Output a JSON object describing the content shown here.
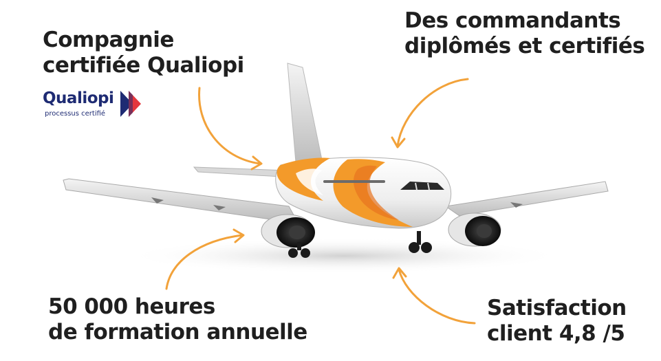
{
  "callouts": {
    "qualiopi": {
      "lines": [
        "Compagnie",
        "certifiée Qualiopi"
      ]
    },
    "pilots": {
      "lines": [
        "Des commandants",
        "diplômés et certifiés"
      ]
    },
    "hours": {
      "lines": [
        "50 000 heures",
        "de formation annuelle"
      ]
    },
    "satisfaction": {
      "lines": [
        "Satisfaction",
        "client 4,8 /5"
      ]
    }
  },
  "logo": {
    "wordmark": "Qualiopi",
    "tagline": "processus certifié",
    "icon": "qualiopi-arrows-icon"
  },
  "colors": {
    "text": "#1f1f1f",
    "arrow": "#f2a23a",
    "livery_orange": "#f39a2a",
    "livery_dark_orange": "#e7731f",
    "logo_blue": "#1e2b73",
    "logo_red": "#e4373d"
  },
  "illustration": {
    "subject": "airplane-icon",
    "arrow_icon": "curved-arrow-icon"
  }
}
